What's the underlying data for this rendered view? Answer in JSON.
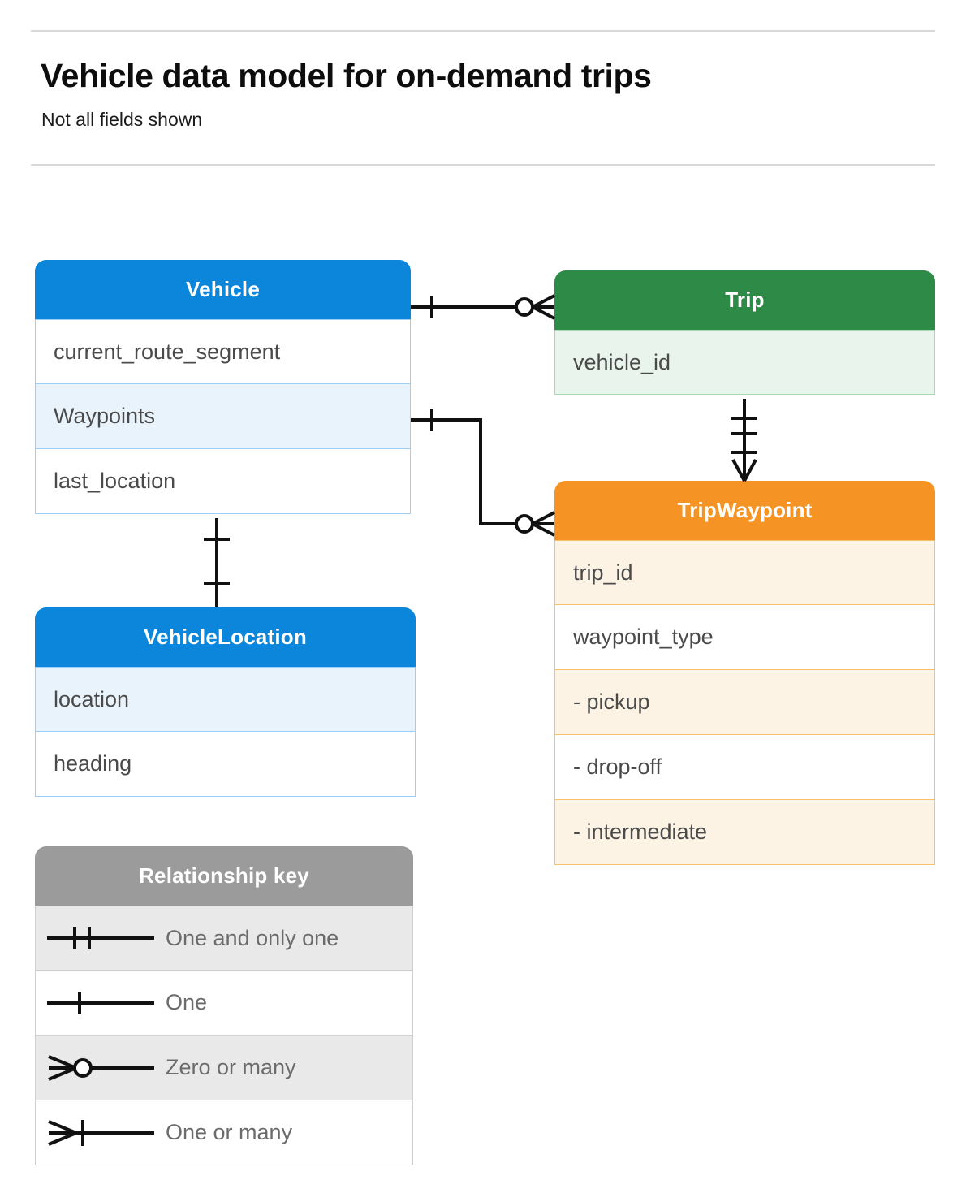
{
  "header": {
    "title": "Vehicle data model for on-demand trips",
    "subtitle": "Not all fields shown"
  },
  "entities": [
    {
      "id": "vehicle",
      "name": "Vehicle",
      "color": "#0b86da",
      "theme": "blue",
      "fields": [
        {
          "label": "current_route_segment",
          "shaded": false
        },
        {
          "label": "Waypoints",
          "shaded": true
        },
        {
          "label": "last_location",
          "shaded": false
        }
      ]
    },
    {
      "id": "trip",
      "name": "Trip",
      "color": "#2e8b47",
      "theme": "green",
      "fields": [
        {
          "label": "vehicle_id",
          "shaded": true
        }
      ]
    },
    {
      "id": "vehiclelocation",
      "name": "VehicleLocation",
      "color": "#0b86da",
      "theme": "blue",
      "fields": [
        {
          "label": "location",
          "shaded": true
        },
        {
          "label": "heading",
          "shaded": false
        }
      ]
    },
    {
      "id": "tripwaypoint",
      "name": "TripWaypoint",
      "color": "#f59324",
      "theme": "orange",
      "fields": [
        {
          "label": "trip_id",
          "shaded": true
        },
        {
          "label": "waypoint_type",
          "shaded": false
        },
        {
          "label": "-  pickup",
          "shaded": true
        },
        {
          "label": "-  drop-off",
          "shaded": false
        },
        {
          "label": "-  intermediate",
          "shaded": true
        }
      ]
    }
  ],
  "legend": {
    "title": "Relationship key",
    "color": "#9b9b9b",
    "rows": [
      {
        "label": "One and only one",
        "notation": "one-and-only-one",
        "shaded": true
      },
      {
        "label": "One",
        "notation": "one",
        "shaded": false
      },
      {
        "label": "Zero or many",
        "notation": "zero-or-many",
        "shaded": true
      },
      {
        "label": "One or many",
        "notation": "one-or-many",
        "shaded": false
      }
    ]
  },
  "relationships": [
    {
      "from": "Vehicle",
      "to": "Trip",
      "from_cardinality": "one",
      "to_cardinality": "zero-or-many"
    },
    {
      "from": "Vehicle.Waypoints",
      "to": "TripWaypoint",
      "from_cardinality": "one",
      "to_cardinality": "zero-or-many"
    },
    {
      "from": "Trip",
      "to": "TripWaypoint",
      "from_cardinality": "one-and-only-one",
      "to_cardinality": "one-or-many"
    },
    {
      "from": "Vehicle",
      "to": "VehicleLocation",
      "from_cardinality": "one",
      "to_cardinality": "one"
    }
  ]
}
